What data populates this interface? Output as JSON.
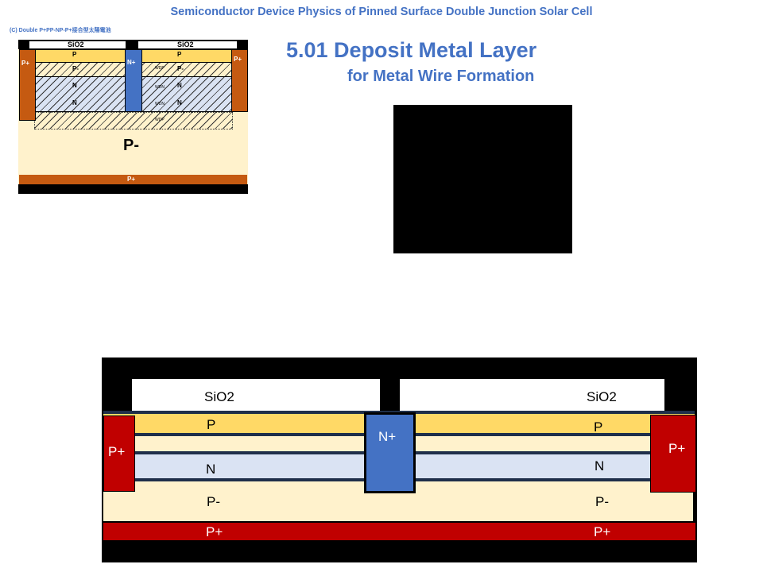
{
  "header": {
    "title": "Semiconductor Device Physics of Pinned Surface Double Junction Solar Cell",
    "step_title": "5.01  Deposit Metal Layer",
    "step_subtitle": "for Metal Wire Formation"
  },
  "reference_diagram": {
    "caption": "(C)  Double P+PP-NP-P+接合型太陽電池",
    "labels": {
      "sio2_left": "SiO2",
      "sio2_right": "SiO2",
      "p_left": "P",
      "p_right": "P",
      "pminus_right": "P-",
      "pminus_left": "P-",
      "n1_left": "N",
      "n2_left": "N",
      "n1_right": "N",
      "n2_right": "N",
      "nplus": "N+",
      "pplus_left": "P+",
      "pplus_right": "P+",
      "substrate": "P-",
      "pplus_bottom": "P+",
      "wdp1": "WDP",
      "wdn1": "WDN",
      "wdn2": "WDN",
      "wdp2": "WDP"
    }
  },
  "main_diagram": {
    "labels": {
      "sio2_left": "SiO2",
      "sio2_right": "SiO2",
      "p_left": "P",
      "p_right": "P",
      "n_left": "N",
      "n_right": "N",
      "pminus_left": "P-",
      "pminus_right": "P-",
      "pplus_bottom_left": "P+",
      "pplus_bottom_right": "P+",
      "nplus": "N+",
      "pplus_left": "P+",
      "pplus_right": "P+"
    }
  },
  "colors": {
    "title": "#4472C4",
    "p": "#FFD966",
    "pminus": "#FFF2CC",
    "n": "#DAE3F3",
    "nplus": "#4472C4",
    "pplus": "#C00000",
    "pplus_ref": "#C55A11"
  }
}
